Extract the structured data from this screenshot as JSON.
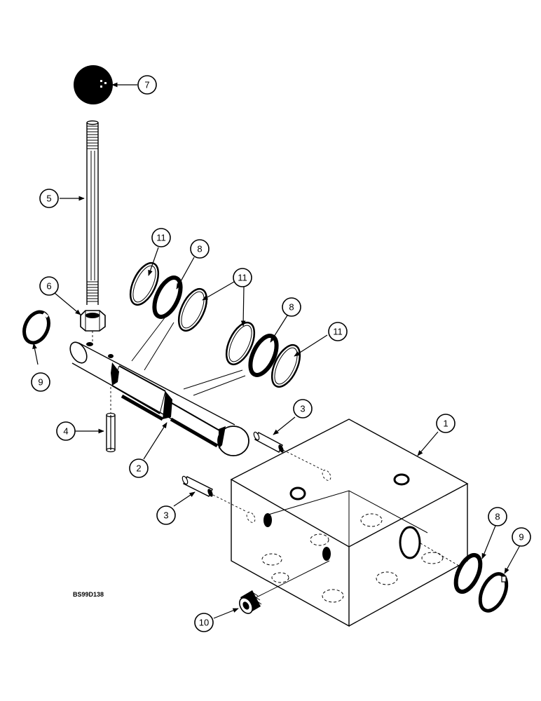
{
  "drawing_ref": "BS99D138",
  "callouts": [
    {
      "id": "c7",
      "label": "7"
    },
    {
      "id": "c5",
      "label": "5"
    },
    {
      "id": "c6",
      "label": "6"
    },
    {
      "id": "c9a",
      "label": "9"
    },
    {
      "id": "c11a",
      "label": "11"
    },
    {
      "id": "c8a",
      "label": "8"
    },
    {
      "id": "c11b",
      "label": "11"
    },
    {
      "id": "c8b",
      "label": "8"
    },
    {
      "id": "c11c",
      "label": "11"
    },
    {
      "id": "c4",
      "label": "4"
    },
    {
      "id": "c2",
      "label": "2"
    },
    {
      "id": "c3a",
      "label": "3"
    },
    {
      "id": "c1",
      "label": "1"
    },
    {
      "id": "c3b",
      "label": "3"
    },
    {
      "id": "c8c",
      "label": "8"
    },
    {
      "id": "c9b",
      "label": "9"
    },
    {
      "id": "c10",
      "label": "10"
    }
  ]
}
